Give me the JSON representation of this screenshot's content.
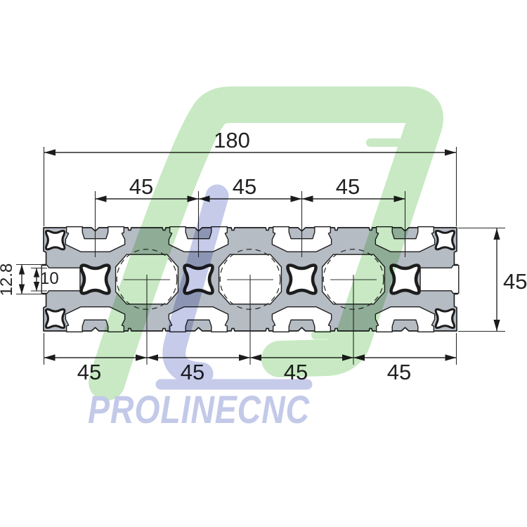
{
  "watermark": {
    "brand_text": "PROLINECNC",
    "logo_green": "#c8e9c3",
    "logo_blue": "#c6cbea",
    "brand_text_color": "#c3c9e8"
  },
  "drawing": {
    "dimensions": {
      "overall_width": "180",
      "overall_height": "45",
      "top_pitch": [
        "45",
        "45",
        "45"
      ],
      "bottom_pitch": [
        "45",
        "45",
        "45",
        "45"
      ],
      "end_slot_outer": "12.8",
      "end_slot_opening": "10"
    },
    "colors": {
      "aluminum_fill": "#b5bcc4",
      "outline": "#1d1d1d",
      "dimension": "#222222"
    }
  }
}
